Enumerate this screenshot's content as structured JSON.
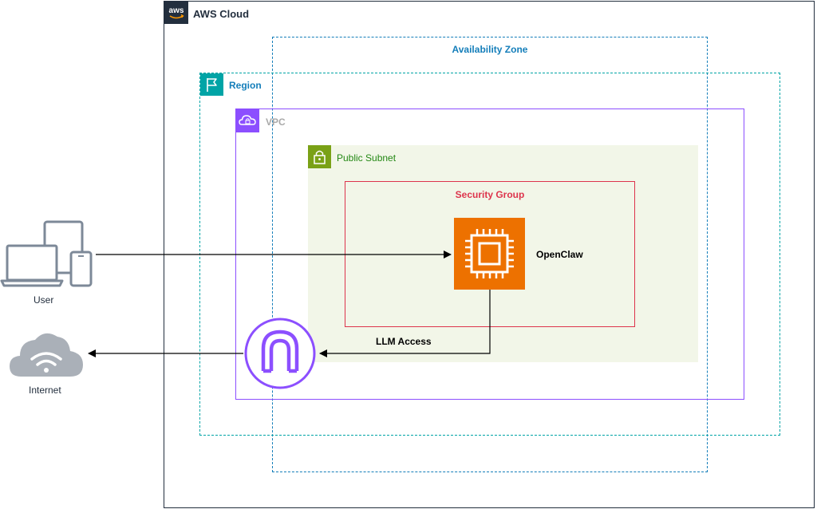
{
  "aws_cloud": {
    "label": "AWS Cloud",
    "logo_text": "aws"
  },
  "availability_zone": {
    "label": "Availability Zone"
  },
  "region": {
    "label": "Region"
  },
  "vpc": {
    "label": "VPC"
  },
  "public_subnet": {
    "label": "Public Subnet"
  },
  "security_group": {
    "label": "Security Group"
  },
  "instance": {
    "label": "OpenClaw"
  },
  "connections": {
    "llm_access": "LLM Access"
  },
  "external": {
    "user": "User",
    "internet": "Internet"
  },
  "colors": {
    "aws_dark": "#232f3e",
    "availability_zone": "#147eba",
    "region": "#00a4a6",
    "vpc": "#8c4fff",
    "subnet_bg": "#f2f6e8",
    "subnet_icon": "#7aa116",
    "subnet_text": "#248814",
    "security_group": "#dd344c",
    "compute": "#ed7100",
    "icon_gray": "#7d8998"
  }
}
